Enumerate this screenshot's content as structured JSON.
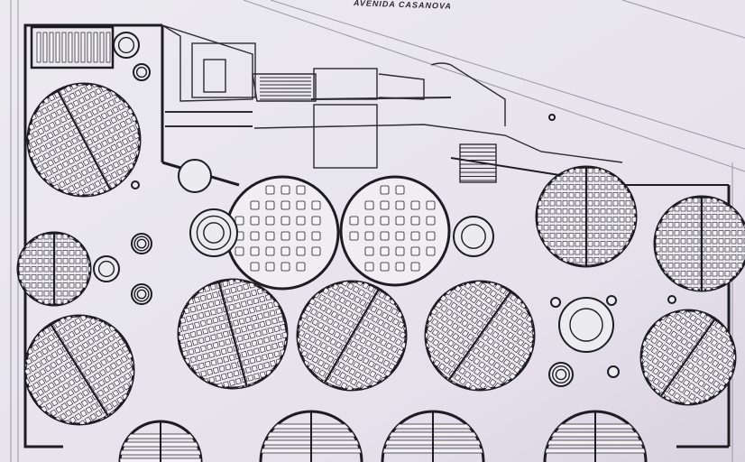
{
  "diagram": {
    "street_label": "AVENIDA CASANOVA",
    "drawing_type": "architectural floor plan",
    "colors": {
      "paper": "#e9e6ee",
      "paper_shadow": "#d9d4e2",
      "ink": "#1c1c22",
      "light_ink": "#8a8794",
      "seat_fill": "#f4f2f6"
    },
    "rooms": [
      {
        "id": "room-top-left-rect",
        "shape": "rect",
        "seating": "rows",
        "seat_angle": 0
      },
      {
        "id": "auditorium-large-left",
        "shape": "circle",
        "seating": "rows",
        "seat_angle": -28
      },
      {
        "id": "room-left-mid",
        "shape": "circle",
        "seating": "rows",
        "seat_angle": 0
      },
      {
        "id": "auditorium-lower-left",
        "shape": "circle",
        "seating": "rows",
        "seat_angle": -32
      },
      {
        "id": "hall-table-seating-1",
        "shape": "circle",
        "seating": "tables",
        "seat_angle": 0
      },
      {
        "id": "hall-table-seating-2",
        "shape": "circle",
        "seating": "tables",
        "seat_angle": 0
      },
      {
        "id": "room-upper-right",
        "shape": "circle",
        "seating": "rows",
        "seat_angle": 0
      },
      {
        "id": "room-far-right",
        "shape": "circle",
        "seating": "rows",
        "seat_angle": 0
      },
      {
        "id": "auditorium-center-1",
        "shape": "circle",
        "seating": "rows",
        "seat_angle": -15
      },
      {
        "id": "auditorium-center-2",
        "shape": "circle",
        "seating": "rows",
        "seat_angle": 30
      },
      {
        "id": "auditorium-center-3",
        "shape": "circle",
        "seating": "rows",
        "seat_angle": 35
      },
      {
        "id": "auditorium-lower-right",
        "shape": "circle",
        "seating": "rows",
        "seat_angle": 35
      },
      {
        "id": "bottom-room-1",
        "shape": "half",
        "seating": "rows",
        "seat_angle": 0
      },
      {
        "id": "bottom-room-2",
        "shape": "half",
        "seating": "rows",
        "seat_angle": 0
      },
      {
        "id": "bottom-room-3",
        "shape": "half",
        "seating": "rows",
        "seat_angle": 0
      },
      {
        "id": "bottom-room-4",
        "shape": "half",
        "seating": "rows",
        "seat_angle": 0
      }
    ]
  }
}
